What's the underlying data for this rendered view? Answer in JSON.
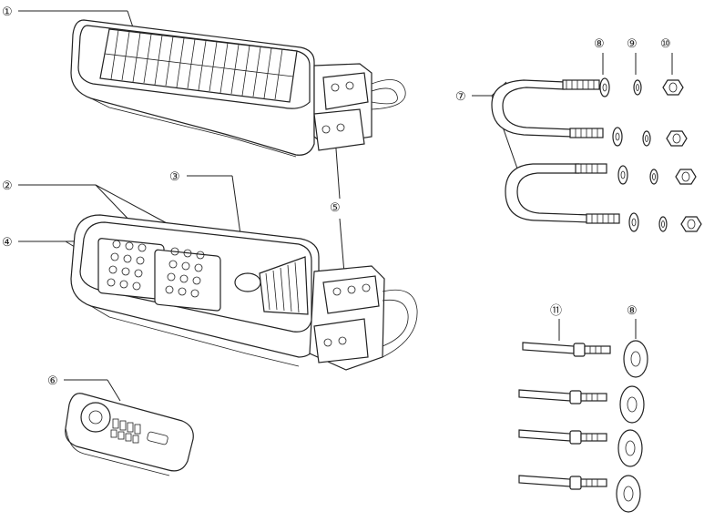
{
  "diagram": {
    "callouts": [
      {
        "id": "c1",
        "label": "①"
      },
      {
        "id": "c2",
        "label": "②"
      },
      {
        "id": "c3",
        "label": "③"
      },
      {
        "id": "c4",
        "label": "④"
      },
      {
        "id": "c5",
        "label": "⑤"
      },
      {
        "id": "c6",
        "label": "⑥"
      },
      {
        "id": "c7",
        "label": "⑦"
      },
      {
        "id": "c8a",
        "label": "⑧"
      },
      {
        "id": "c9",
        "label": "⑨"
      },
      {
        "id": "c10",
        "label": "⑩"
      },
      {
        "id": "c11",
        "label": "⑪"
      },
      {
        "id": "c8b",
        "label": "⑧"
      }
    ],
    "parts": {
      "solar_lamp_top": "solar-panel-lamp-top-view",
      "lamp_bottom": "lamp-bottom-view-with-led-modules",
      "sensor": "sensor-dome",
      "bracket": "mounting-bracket",
      "remote": "remote-control",
      "u_bolts": "u-bolt-set",
      "washers": "flat-washers",
      "spring_washers": "spring-washers",
      "nuts": "hex-nuts",
      "anchor_bolts": "expansion-anchor-bolts"
    }
  }
}
